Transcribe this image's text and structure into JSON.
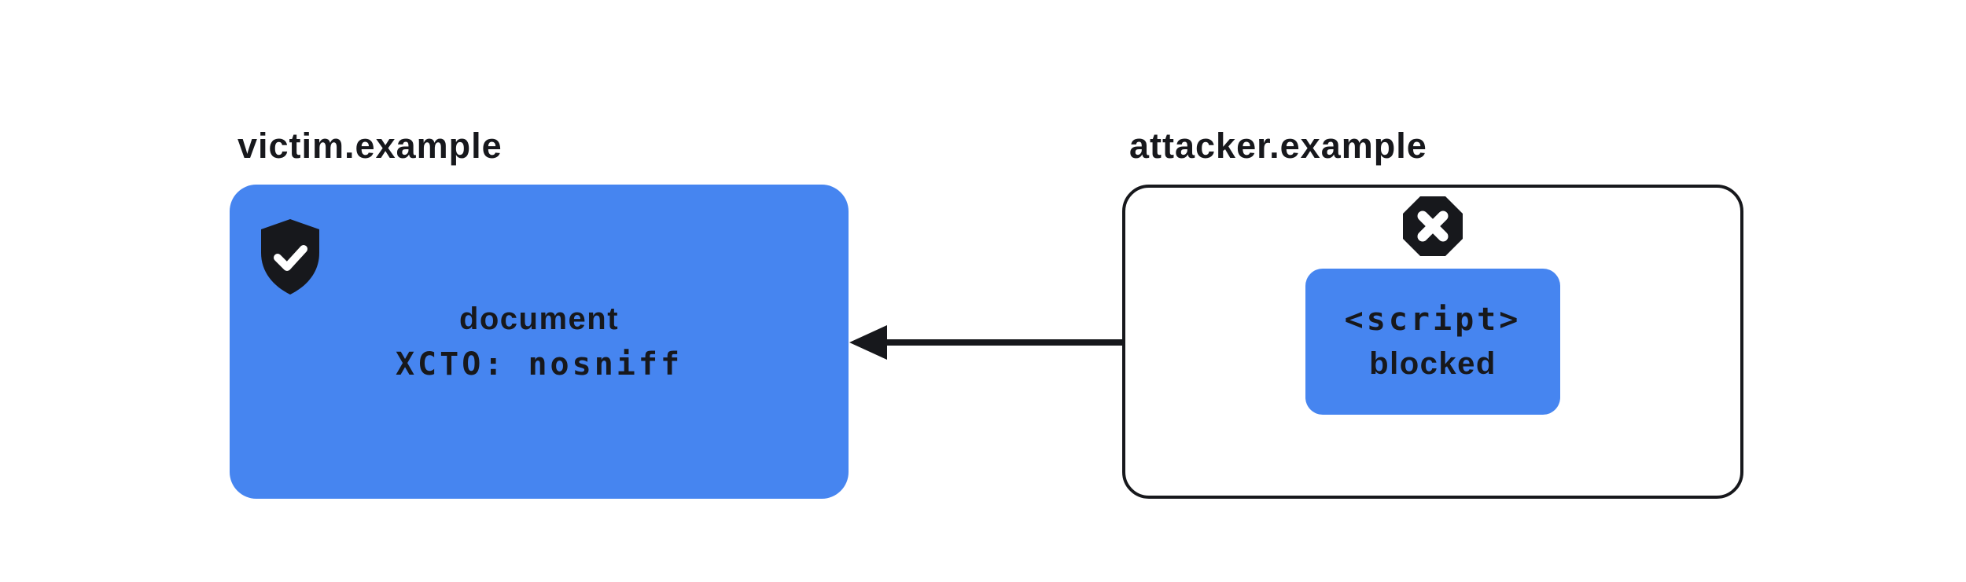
{
  "diagram": {
    "background_color": "#ffffff",
    "accent_blue": "#4685f0",
    "ink_color": "#17181c",
    "victim": {
      "label": "victim.example",
      "icon": "shield-check-icon",
      "box_line1": "document",
      "box_line2": "XCTO: nosniff"
    },
    "attacker": {
      "label": "attacker.example",
      "icon": "octagon-x-icon",
      "script_line1": "<script>",
      "script_line2": "blocked"
    },
    "arrow": {
      "direction": "right-to-left"
    }
  }
}
